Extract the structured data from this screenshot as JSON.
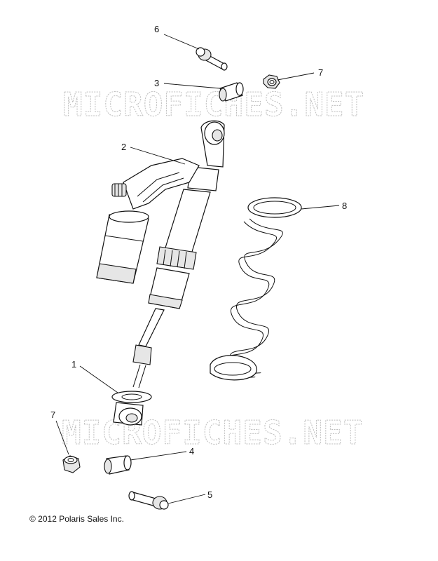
{
  "watermark": "MICROFICHES.NET",
  "copyright": "© 2012 Polaris Sales Inc.",
  "callouts": {
    "c1": "1",
    "c2": "2",
    "c3": "3",
    "c4": "4",
    "c5": "5",
    "c6": "6",
    "c7_top": "7",
    "c7_bottom": "7",
    "c8": "8"
  }
}
